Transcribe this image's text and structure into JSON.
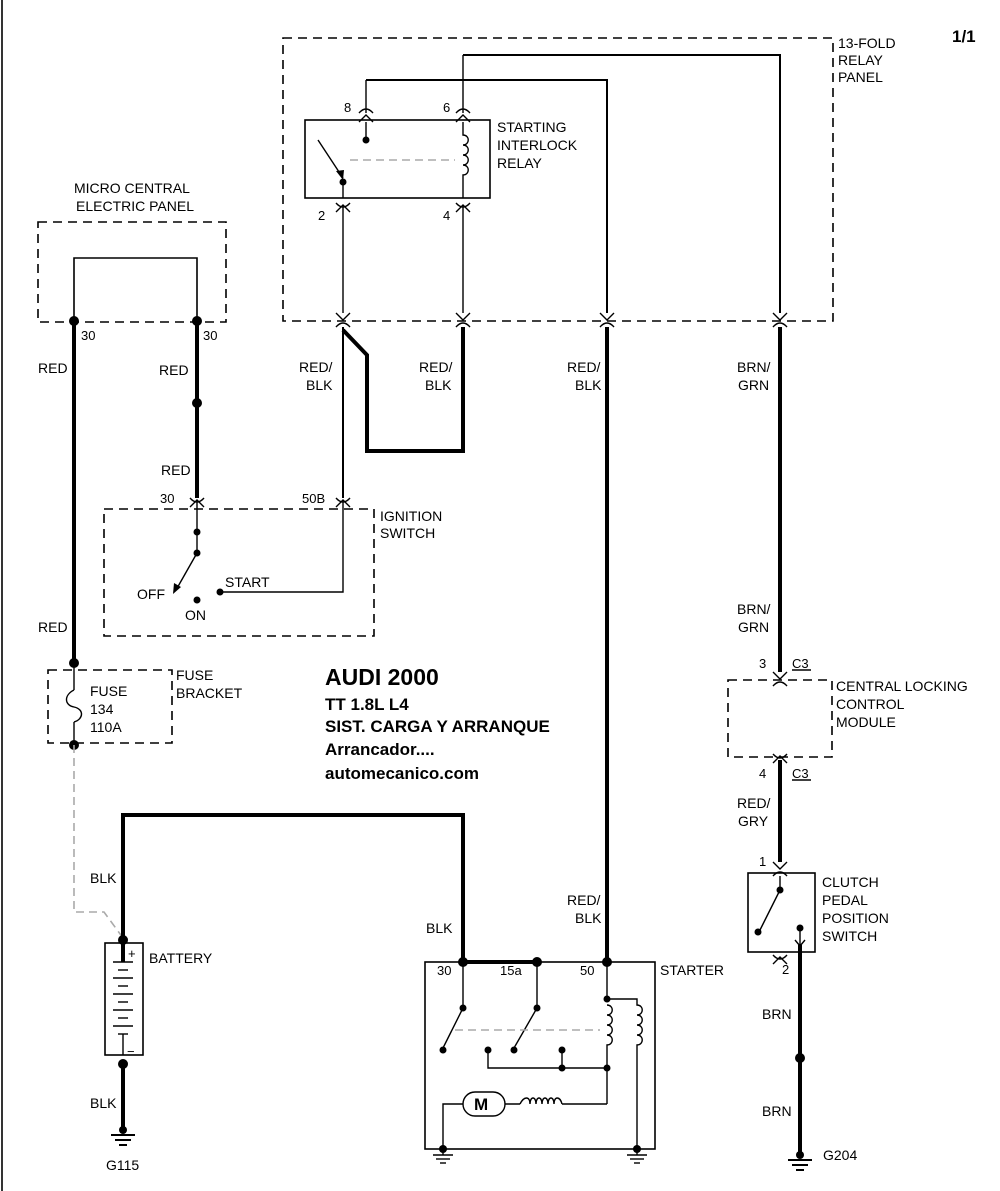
{
  "page_number": "1/1",
  "title": {
    "line1": "AUDI  2000",
    "line2": "TT  1.8L  L4",
    "line3": "SIST. CARGA Y ARRANQUE",
    "line4": "Arrancador....",
    "line5": "automecanico.com"
  },
  "components": {
    "relay_panel": [
      "13-FOLD",
      "RELAY",
      "PANEL"
    ],
    "interlock_relay": [
      "STARTING",
      "INTERLOCK",
      "RELAY"
    ],
    "micro_panel": [
      "MICRO CENTRAL",
      "ELECTRIC PANEL"
    ],
    "ignition_switch": [
      "IGNITION",
      "SWITCH"
    ],
    "fuse_bracket": [
      "FUSE",
      "BRACKET"
    ],
    "fuse": [
      "FUSE",
      "134",
      "110A"
    ],
    "locking_module": [
      "CENTRAL LOCKING",
      "CONTROL",
      "MODULE"
    ],
    "clutch_switch": [
      "CLUTCH",
      "PEDAL",
      "POSITION",
      "SWITCH"
    ],
    "battery": "BATTERY",
    "starter": "STARTER",
    "motor": "M",
    "ground_battery": "G115",
    "ground_clutch": "G204"
  },
  "switch_positions": {
    "off": "OFF",
    "on": "ON",
    "start": "START"
  },
  "pins": {
    "relay_8": "8",
    "relay_6": "6",
    "relay_2": "2",
    "relay_4": "4",
    "panel_30_left": "30",
    "panel_30_right": "30",
    "ign_30": "30",
    "ign_50b": "50B",
    "locking_3": "3",
    "locking_3_conn": "C3",
    "locking_4": "4",
    "locking_4_conn": "C3",
    "clutch_1": "1",
    "clutch_2": "2",
    "starter_30": "30",
    "starter_15a": "15a",
    "starter_50": "50"
  },
  "wires": {
    "red_1": "RED",
    "red_2": "RED",
    "red_3": "RED",
    "red_4": "RED",
    "redblk_1": [
      "RED/",
      "BLK"
    ],
    "redblk_2": [
      "RED/",
      "BLK"
    ],
    "redblk_3": [
      "RED/",
      "BLK"
    ],
    "redblk_4": [
      "RED/",
      "BLK"
    ],
    "brngrn_1": [
      "BRN/",
      "GRN"
    ],
    "brngrn_2": [
      "BRN/",
      "GRN"
    ],
    "redgry": [
      "RED/",
      "GRY"
    ],
    "blk_1": "BLK",
    "blk_2": "BLK",
    "blk_3": "BLK",
    "brn_1": "BRN",
    "brn_2": "BRN"
  },
  "battery_signs": {
    "plus": "+",
    "minus": "−"
  }
}
